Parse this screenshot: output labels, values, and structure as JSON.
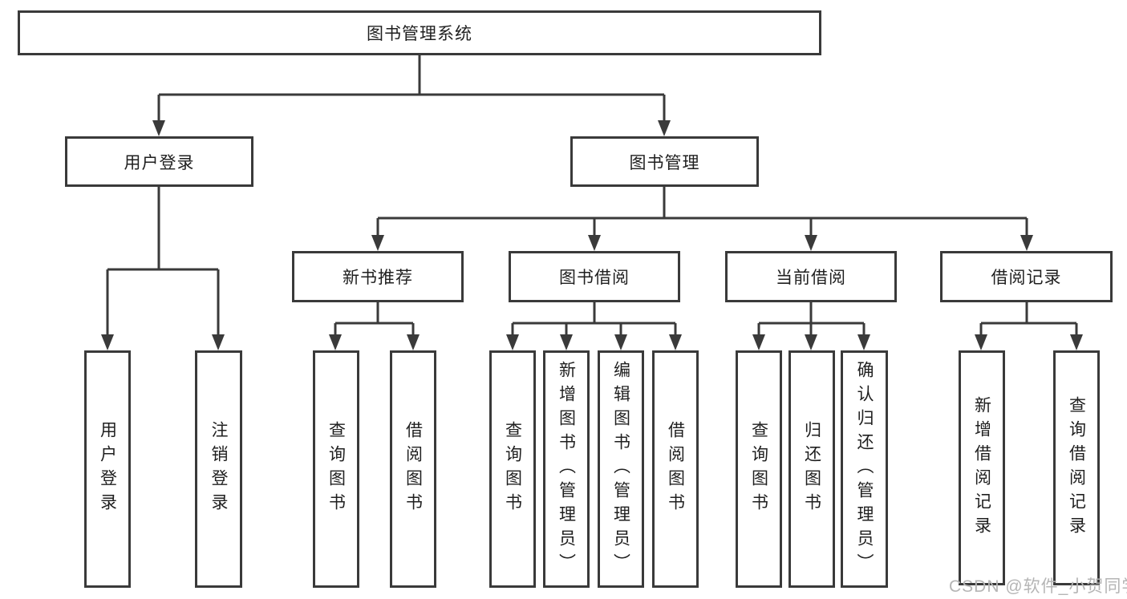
{
  "diagram": {
    "root": {
      "label": "图书管理系统"
    },
    "branches": [
      {
        "label": "用户登录",
        "leaves": [
          {
            "label": "用户登录"
          },
          {
            "label": "注销登录"
          }
        ]
      },
      {
        "label": "图书管理",
        "groups": [
          {
            "label": "新书推荐",
            "leaves": [
              {
                "label": "查询图书"
              },
              {
                "label": "借阅图书"
              }
            ]
          },
          {
            "label": "图书借阅",
            "leaves": [
              {
                "label": "查询图书"
              },
              {
                "label": "新增图书（管理员）"
              },
              {
                "label": "编辑图书（管理员）"
              },
              {
                "label": "借阅图书"
              }
            ]
          },
          {
            "label": "当前借阅",
            "leaves": [
              {
                "label": "查询图书"
              },
              {
                "label": "归还图书"
              },
              {
                "label": "确认归还（管理员）"
              }
            ]
          },
          {
            "label": "借阅记录",
            "leaves": [
              {
                "label": "新增借阅记录"
              },
              {
                "label": "查询借阅记录"
              }
            ]
          }
        ]
      }
    ]
  },
  "watermark": {
    "text": "CSDN @软件_小贺同学"
  },
  "colors": {
    "line": "#3a3a3a",
    "text": "#1f1f1f",
    "watermark": "#b5b5b5",
    "background": "#ffffff"
  }
}
